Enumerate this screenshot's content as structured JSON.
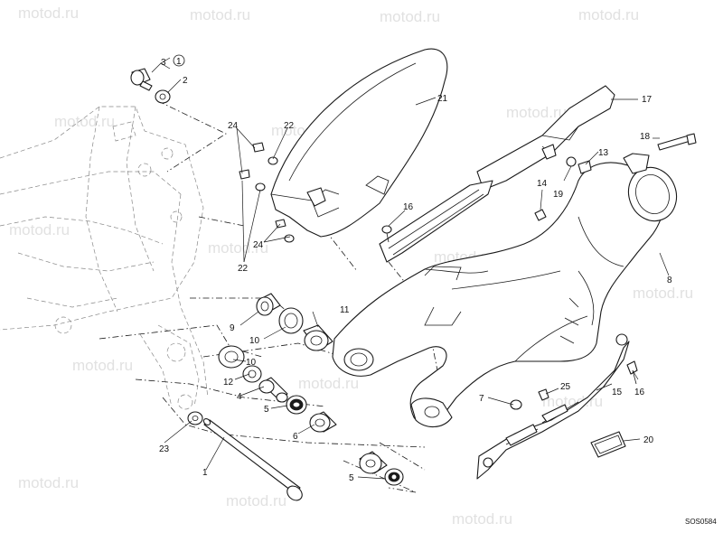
{
  "diagram": {
    "drawing_code": "SOS0584",
    "watermark": "motod.ru",
    "colors": {
      "line": "#1a1a1a",
      "frame_line": "#888888",
      "watermark": "#c9c9c9",
      "background": "#ffffff"
    },
    "callouts": {
      "c1": "1",
      "c2": "2",
      "c3": "3",
      "c3_circle": "1",
      "c4": "4",
      "c5a": "5",
      "c5b": "5",
      "c6": "6",
      "c7": "7",
      "c8": "8",
      "c9": "9",
      "c10a": "10",
      "c10b": "10",
      "c11": "11",
      "c12": "12",
      "c13": "13",
      "c14": "14",
      "c15": "15",
      "c16a": "16",
      "c16b": "16",
      "c17": "17",
      "c18": "18",
      "c19": "19",
      "c20": "20",
      "c21": "21",
      "c22a": "22",
      "c22b": "22",
      "c23": "23",
      "c24a": "24",
      "c24b": "24",
      "c25": "25"
    }
  }
}
